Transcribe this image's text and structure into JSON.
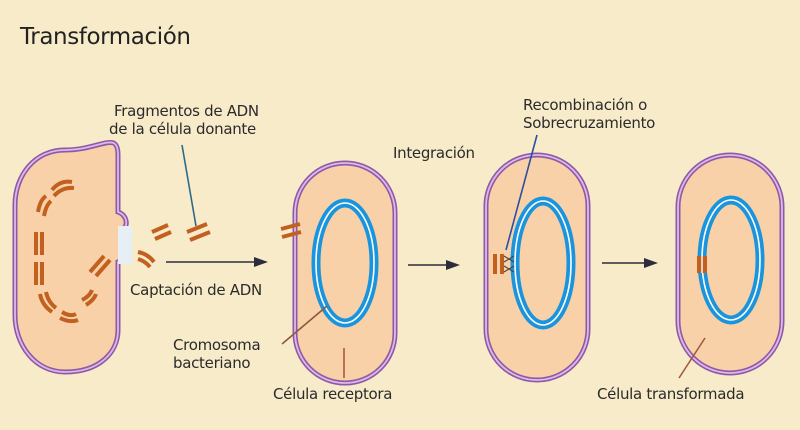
{
  "title": "Transformación",
  "labels": {
    "fragments_line1": "Fragmentos de ADN",
    "fragments_line2": "de la célula donante",
    "uptake": "Captación de ADN",
    "chromosome_line1": "Cromosoma",
    "chromosome_line2": "bacteriano",
    "recipient_cell": "Célula receptora",
    "integration": "Integración",
    "recombination_line1": "Recombinación o",
    "recombination_line2": "Sobrecruzamiento",
    "transformed_cell": "Célula transformada"
  },
  "stages": [
    {
      "name": "donor-fragment-uptake"
    },
    {
      "name": "recipient-cell"
    },
    {
      "name": "recombination"
    },
    {
      "name": "transformed-cell"
    }
  ],
  "colors": {
    "background": "#f7ebca",
    "cytoplasm": "#f9d1a8",
    "membrane_outer": "#8a5aa8",
    "membrane_inner": "#e2b7e6",
    "dna_fragment": "#c2601f",
    "chromosome": "#1a95dd",
    "arrow": "#2c2c3a",
    "leader_blue": "#2d4fa0",
    "leader_brown": "#8a5a3c"
  }
}
